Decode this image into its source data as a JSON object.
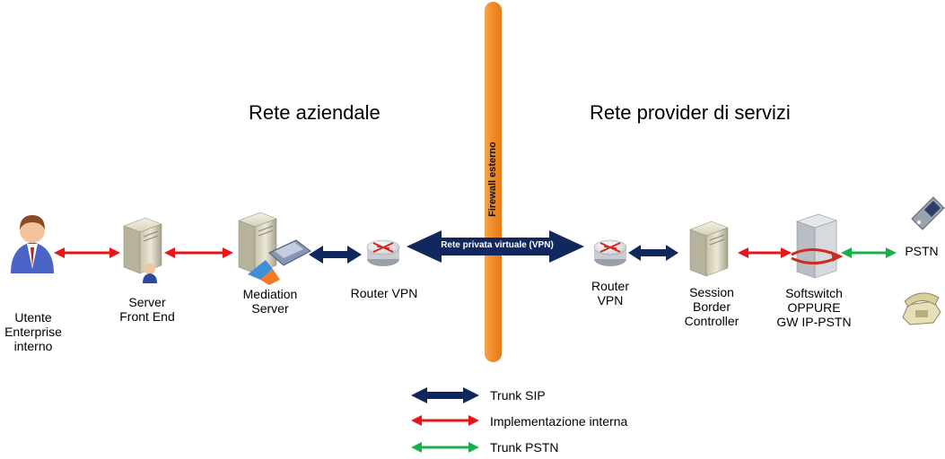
{
  "regions": {
    "left_title": "Rete aziendale",
    "right_title": "Rete provider di servizi",
    "firewall_label": "Firewall esterno",
    "vpn_label": "Rete privata virtuale (VPN)"
  },
  "nodes": {
    "user": [
      "Utente",
      "Enterprise",
      "interno"
    ],
    "front_end": [
      "Server",
      "Front End"
    ],
    "mediation": [
      "Mediation",
      "Server"
    ],
    "router_left": [
      "Router VPN"
    ],
    "router_right": [
      "Router",
      "VPN"
    ],
    "sbc": [
      "Session",
      "Border",
      "Controller"
    ],
    "softswitch": [
      "Softswitch",
      "OPPURE",
      "GW IP-PSTN"
    ],
    "pstn": [
      "PSTN"
    ]
  },
  "legend": [
    {
      "label": "Trunk SIP",
      "color": "#10285e"
    },
    {
      "label": "Implementazione interna",
      "color": "#e8161b"
    },
    {
      "label": "Trunk PSTN",
      "color": "#18b04a"
    }
  ],
  "colors": {
    "sip": "#10285e",
    "internal": "#e8161b",
    "pstn": "#18b04a",
    "firewall": "#f08a26"
  },
  "icons": {
    "user": "user-icon",
    "front_end": "server-user-icon",
    "mediation": "mediation-server-icon",
    "router": "router-icon",
    "sbc": "server-icon",
    "softswitch": "softswitch-icon",
    "mobile": "mobile-phone-icon",
    "desk_phone": "desk-phone-icon"
  }
}
